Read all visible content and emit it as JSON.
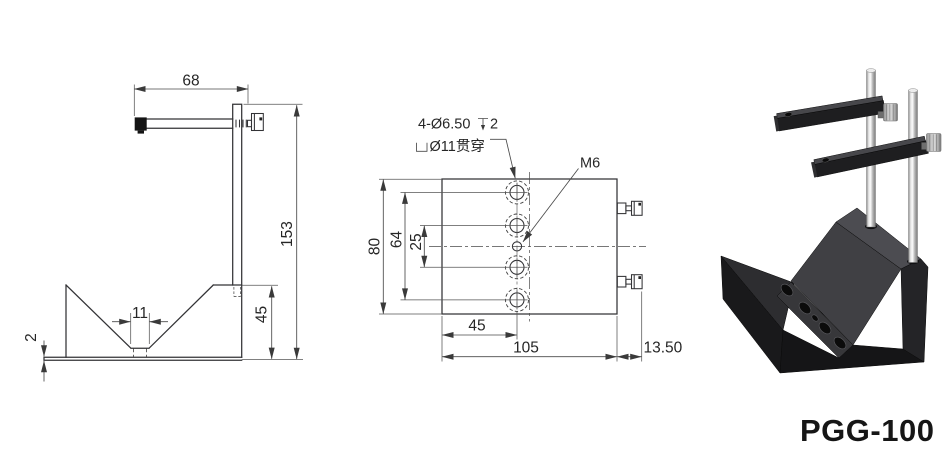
{
  "page": {
    "background": "#ffffff"
  },
  "side_view": {
    "arm_length": "68",
    "total_height": "153",
    "block_height": "45",
    "groove_width": "11",
    "base_thickness": "2"
  },
  "front_view": {
    "hole_note_line1_prefix": "4-Ø6.50",
    "hole_note_depth_value": "2",
    "hole_note_line2": "Ø11贯穿",
    "thread_label": "M6",
    "body_height": "80",
    "hole_span": "64",
    "hole_pitch": "25",
    "hole_offset_x": "45",
    "body_width": "105",
    "knob_overhang": "13.50"
  },
  "photo": {
    "product_label": "PGG-100"
  },
  "colors": {
    "drawing_line": "#333336",
    "dimension_line": "#4a4a4a",
    "text": "#262626",
    "block_dark": "#1a1a1c",
    "rod_chrome": "#d8d8d8",
    "label_text": "#161616"
  }
}
